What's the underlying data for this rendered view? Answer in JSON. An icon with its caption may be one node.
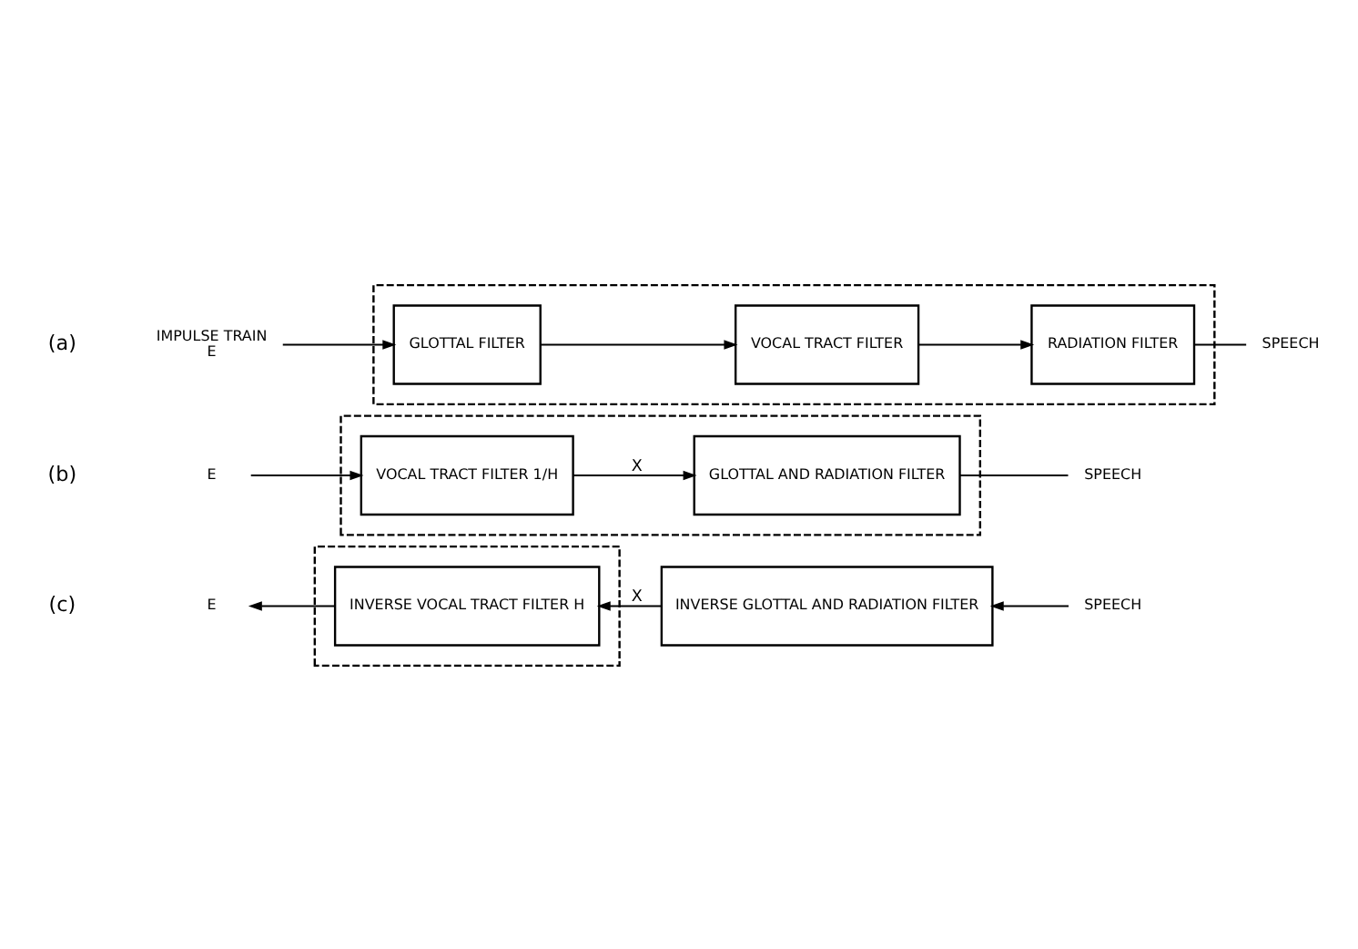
{
  "diagram": {
    "nodes": [
      {
        "text": [],
        "shape": "box"
      },
      {
        "text": [
          "IMPULSE TRAIN",
          "E"
        ]
      },
      {
        "text": [
          "GLOTTAL FILTER"
        ],
        "in": 0
      },
      {
        "text": [
          "VOCAL TRACT FILTER"
        ],
        "in": 0
      },
      {
        "text": [
          "RADIATION FILTER"
        ],
        "in": 0
      },
      {
        "text": [
          "SPEECH"
        ]
      },
      {
        "text": [],
        "shape": "box"
      },
      {
        "text": [
          "E"
        ]
      },
      {
        "text": [
          "VOCAL TRACT FILTER 1/H"
        ],
        "in": 6
      },
      {
        "text": [
          "GLOTTAL AND RADIATION FILTER"
        ],
        "in": 6
      },
      {
        "text": [
          "SPEECH"
        ]
      },
      {
        "text": [],
        "shape": "box"
      },
      {
        "text": [
          "E"
        ]
      },
      {
        "text": [
          "INVERSE VOCAL TRACT FILTER H"
        ],
        "in": 11
      },
      {
        "text": [
          "INVERSE GLOTTAL AND RADIATION FILTER"
        ]
      },
      {
        "text": [
          "SPEECH"
        ]
      }
    ],
    "edges": [
      {
        "from": 1,
        "to": 2,
        "arrow": "to"
      },
      {
        "from": 2,
        "to": 3,
        "arrow": "to"
      },
      {
        "from": 3,
        "to": 4,
        "arrow": "to"
      },
      {
        "from": 4,
        "to": 5,
        "arrow": "none"
      },
      {
        "from": 7,
        "to": 8,
        "arrow": "to"
      },
      {
        "from": 8,
        "to": 9,
        "arrow": "to",
        "label": "X"
      },
      {
        "from": 9,
        "to": 10,
        "arrow": "none"
      },
      {
        "from": 15,
        "to": 14,
        "arrow": "to"
      },
      {
        "from": 14,
        "to": 13,
        "arrow": "to",
        "label": "X"
      },
      {
        "from": 13,
        "to": 12,
        "arrow": "to"
      }
    ],
    "labels": [
      "(a)",
      "(b)",
      "(c)"
    ]
  }
}
